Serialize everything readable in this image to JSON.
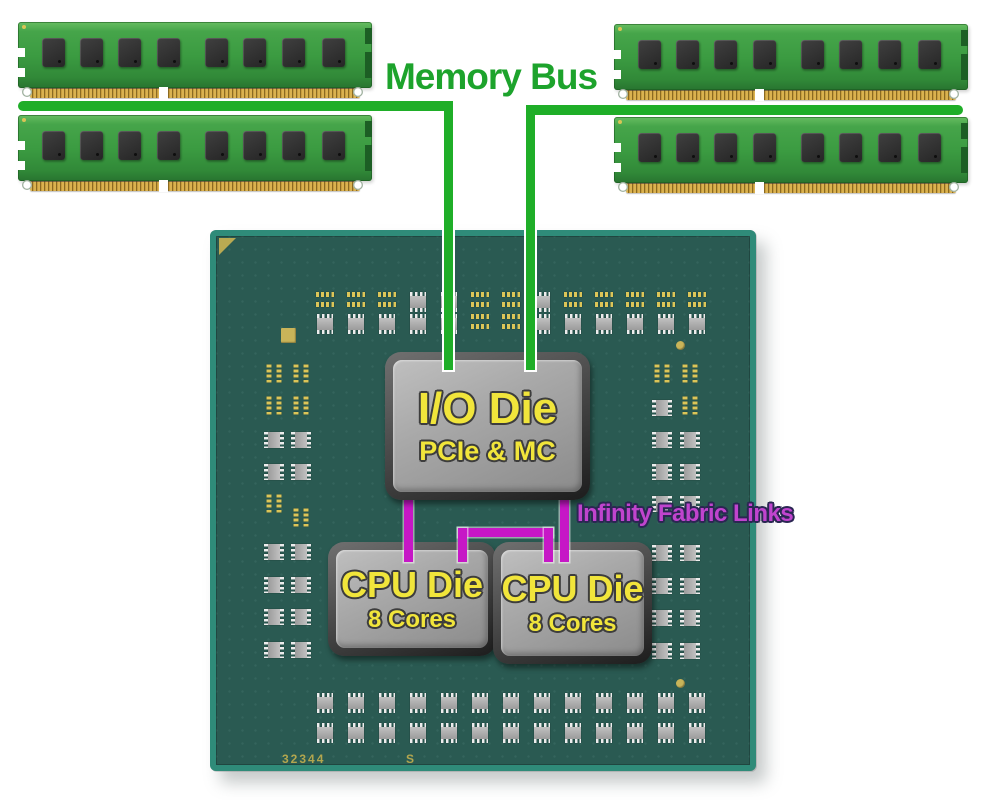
{
  "labels": {
    "memory_bus": "Memory Bus",
    "infinity_fabric": "Infinity Fabric Links"
  },
  "io_die": {
    "title": "I/O Die",
    "subtitle": "PCIe & MC"
  },
  "cpu_dies": [
    {
      "title": "CPU Die",
      "subtitle": "8 Cores"
    },
    {
      "title": "CPU Die",
      "subtitle": "8 Cores"
    }
  ],
  "package_markings": {
    "serial": "32344",
    "letter": "S"
  },
  "memory": {
    "module_count": 4,
    "chips_per_module": 8,
    "cores_per_cpu_die": 8
  },
  "colors": {
    "bus_green": "#1fae28",
    "label_green": "#1da32c",
    "fabric_magenta": "#c617c6",
    "fabric_label_magenta": "#c044ce",
    "die_text_yellow": "#f1e53b",
    "pcb_teal": "#2a5a52",
    "pcb_edge_teal": "#2f8b79",
    "dimm_green": "#3b9b41"
  }
}
